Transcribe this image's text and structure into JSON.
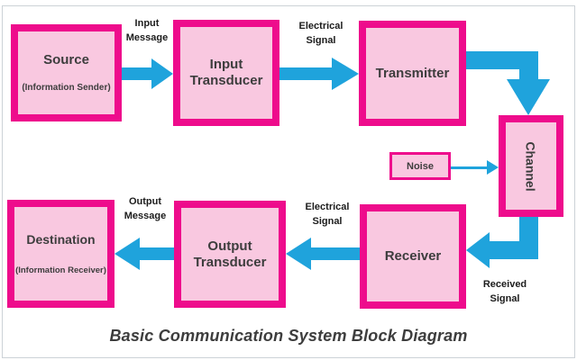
{
  "title": "Basic Communication System Block Diagram",
  "colors": {
    "pink": "#EE0C8C",
    "fill": "#F9C8E0",
    "blue": "#1FA3DC",
    "ink": "#3d3d3d",
    "label": "#1c1c1c",
    "frame": "#ccd2d7"
  },
  "blocks": {
    "source": {
      "title": "Source",
      "subtitle": "(Information Sender)"
    },
    "input_transducer": {
      "title": "Input Transducer"
    },
    "transmitter": {
      "title": "Transmitter"
    },
    "channel": {
      "title": "Channel"
    },
    "noise": {
      "title": "Noise"
    },
    "receiver": {
      "title": "Receiver"
    },
    "output_transducer": {
      "title": "Output Transducer"
    },
    "destination": {
      "title": "Destination",
      "subtitle": "(Information Receiver)"
    }
  },
  "labels": {
    "input_message": "Input\nMessage",
    "electrical_signal_top": "Electrical\nSignal",
    "electrical_signal_bottom": "Electrical\nSignal",
    "output_message": "Output\nMessage",
    "received_signal": "Received\nSignal"
  }
}
